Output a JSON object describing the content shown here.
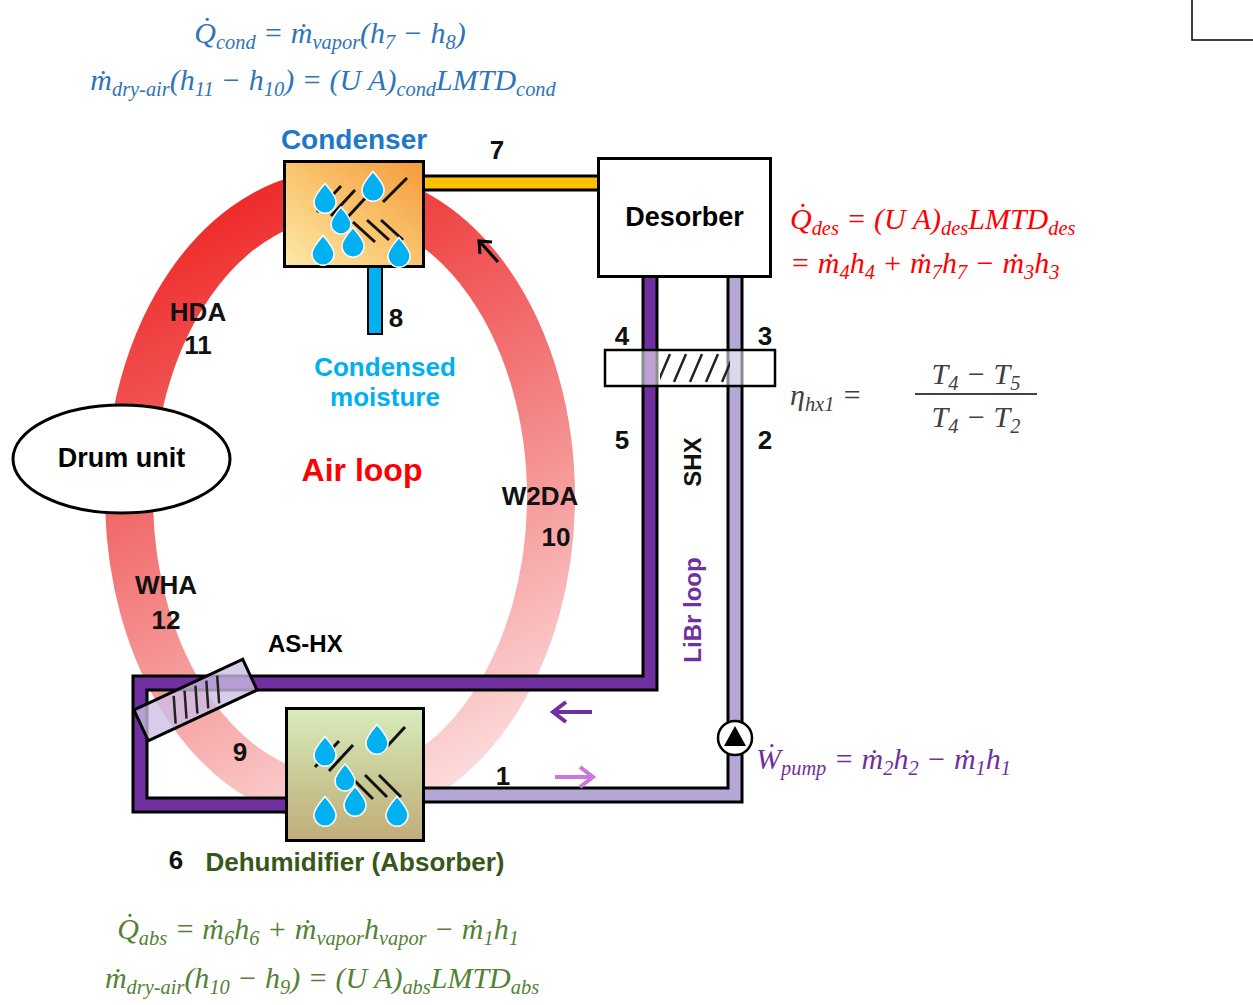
{
  "diagram": {
    "nodes": [
      {
        "text": [
          "Condenser"
        ]
      },
      {
        "text": [
          "Desorber"
        ]
      },
      {
        "text": [
          "Drum unit"
        ]
      },
      {
        "text": [
          "AS-HX"
        ]
      },
      {
        "text": [
          "Dehumidifier (Absorber)"
        ]
      }
    ],
    "edges": [
      {
        "from": 1,
        "to": 0,
        "arrow": "none",
        "label": "7"
      },
      {
        "from": 1,
        "to": 3,
        "arrow": "none"
      },
      {
        "from": 3,
        "to": 4,
        "arrow": "none",
        "label": "6"
      },
      {
        "from": 4,
        "to": 1,
        "arrow": "none",
        "label": "1"
      }
    ],
    "labels": [
      "Q̇cond = ṁvapor(h7 − h8)",
      "ṁdry-air(h11 − h10) = (U A)condLMTDcond",
      "Q̇des = (U A)desLMTDdes",
      "= ṁ4h4 + ṁ7h7 − ṁ3h3",
      "ηhx1 =",
      "T4 − T5",
      "T4 − T2",
      "Ẇpump = ṁ2h2 − ṁ1h1",
      "Q̇abs = ṁ6h6 + ṁvaporhvapor − ṁ1h1",
      "ṁdry-air(h10 − h9) = (U A)absLMTDabs",
      "8",
      "Condensed moisture",
      "HDA",
      "11",
      "Air loop",
      "W2DA",
      "10",
      "WHA",
      "12",
      "4",
      "3",
      "5",
      "2",
      "SHX",
      "LiBr loop",
      "9"
    ]
  }
}
